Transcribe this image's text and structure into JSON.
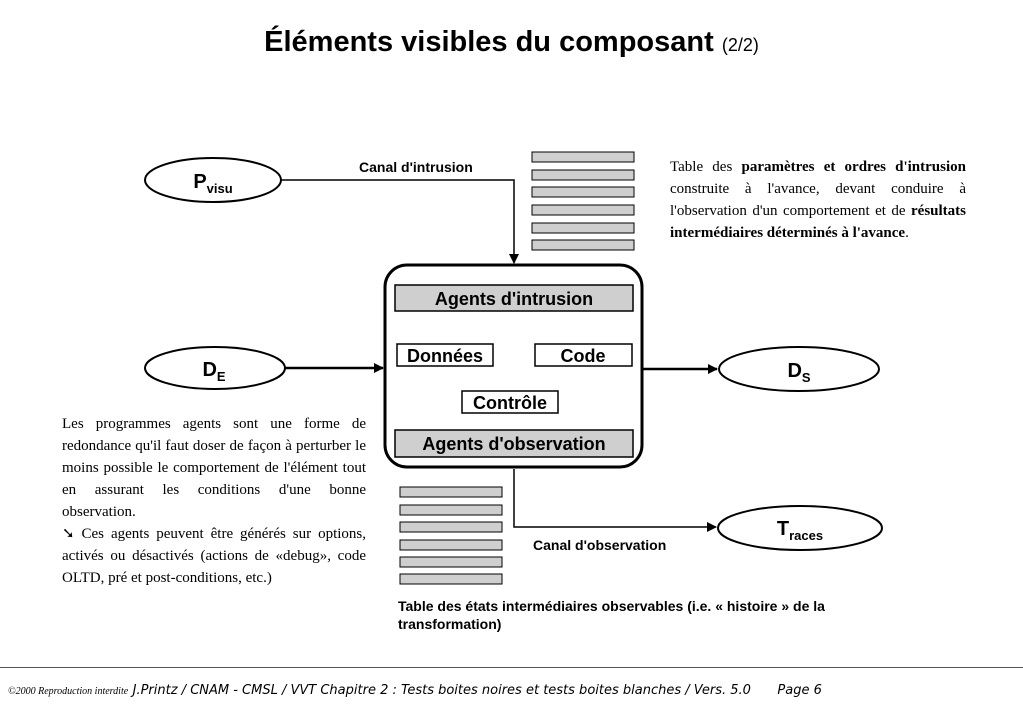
{
  "title": {
    "main": "Éléments visibles du composant",
    "sub": "(2/2)"
  },
  "diagram": {
    "nodes": {
      "pvisu": {
        "main": "P",
        "sub": "visu"
      },
      "de": {
        "main": "D",
        "sub": "E"
      },
      "ds": {
        "main": "D",
        "sub": "S"
      },
      "traces": {
        "main": "T",
        "sub": "races"
      }
    },
    "component": {
      "agents_intrusion": "Agents d'intrusion",
      "donnees": "Données",
      "code": "Code",
      "controle": "Contrôle",
      "agents_observation": "Agents d'observation"
    },
    "channels": {
      "intrusion": "Canal d'intrusion",
      "observation": "Canal d'observation"
    }
  },
  "right_text": {
    "p1": "Table des ",
    "b1": "paramètres et ordres d'intrusion",
    "p2": " construite à l'avance, devant conduire à l'observation d'un comportement et de ",
    "b2": "résultats intermédiaires déterminés à l'avance",
    "p3": "."
  },
  "left_text": {
    "p1": "Les programmes agents sont une forme de redondance qu'il faut doser de façon à perturber le moins possible le comportement de l'élément tout en assurant les conditions d'une bonne observation.",
    "arrow_glyph": "➘",
    "p2": " Ces agents peuvent être générés sur options, activés ou désactivés (actions de «debug», code OLTD, pré et post-conditions, etc.)"
  },
  "bottom_caption": "Table des états intermédiaires observables (i.e. « histoire » de la transformation)",
  "footer": {
    "copyright": "©2000 Reproduction interdite",
    "text": "J.Printz / CNAM - CMSL / VVT Chapitre 2  : Tests boites noires et tests boites blanches / Vers. 5.0",
    "page": "Page 6"
  },
  "colors": {
    "box_fill": "#cfcfcf",
    "stroke": "#000000"
  }
}
